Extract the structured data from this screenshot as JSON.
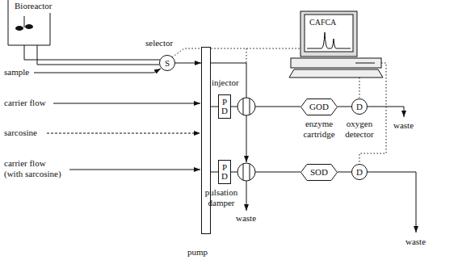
{
  "diagram": {
    "nodes": [
      {
        "text": [
          "S"
        ]
      },
      {
        "text": [
          "pump"
        ]
      },
      {
        "text": [
          "P D"
        ]
      },
      {
        "text": [
          "GOD"
        ]
      },
      {
        "text": [
          "D"
        ]
      },
      {
        "text": [
          "P D"
        ]
      },
      {
        "text": [
          "SOD"
        ]
      },
      {
        "text": [
          "D"
        ]
      }
    ],
    "edges": [
      {
        "from": 0,
        "to": 1,
        "arrow": "to"
      },
      {
        "from": 1,
        "to": 2,
        "arrow": "none"
      },
      {
        "from": 2,
        "to": 3,
        "arrow": "none"
      },
      {
        "from": 3,
        "to": 4,
        "arrow": "none"
      },
      {
        "from": 1,
        "to": 5,
        "arrow": "none"
      },
      {
        "from": 5,
        "to": 6,
        "arrow": "none"
      },
      {
        "from": 6,
        "to": 7,
        "arrow": "none"
      }
    ],
    "labels": [
      "Bioreactor",
      "selector",
      "sample",
      "carrier flow",
      "sarcosine",
      "carrier flow (with sarcosine)",
      "injector",
      "enzyme cartridge",
      "oxygen detector",
      "pulsation damper",
      "waste",
      "waste",
      "waste",
      "CAFCA"
    ]
  }
}
